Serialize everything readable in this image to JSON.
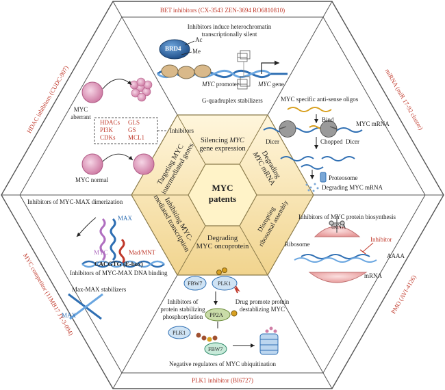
{
  "center": {
    "title_line1": "MYC",
    "title_line2": "patents"
  },
  "inner_segments": {
    "silencing": {
      "line1_pre": "Silencing ",
      "line1_it": "MYC",
      "line2": "gene expression"
    },
    "degrading_mrna": {
      "line1": "Degrading",
      "line2_it": "MYC",
      "line2_post": " mRNA"
    },
    "disrupting": {
      "line1": "Disrupting",
      "line2": "ribosomal assembly"
    },
    "degrading_protein": {
      "line1": "Degrading",
      "line2": "MYC oncoprotein"
    },
    "inhibiting_transcription": {
      "line1": "Inhibiting MYC-",
      "line2": "mediated transcription"
    },
    "targeting_genes": {
      "line1": "Targeting MYC",
      "line2": "intermediated genes"
    }
  },
  "outer_labels": {
    "top": "BET inhibitors (CX-3543  ZEN-3694  RO6810810)",
    "right_upper": "miRNA (miR 17-92 cluster)",
    "right_lower": "PMO (AVI-4126)",
    "bottom": "PLK1 inhibitor (BI6727)",
    "left_lower": "MYC competitor (11MB17  JY-3-094)",
    "left_upper": "HDAC inhibitors (CUDC-907)"
  },
  "top_panel": {
    "heading_line1": "Inhibitors induce heterochromatin",
    "heading_line2": "transcriptionally silent",
    "brd4": "BRD4",
    "ac": "Ac",
    "me": "Me",
    "promoter_it": "MYC",
    "promoter_post": " promoter",
    "gene_it": "MYC",
    "gene_post": " gene",
    "gq": "G-quadruplex stabilizers"
  },
  "mrna_panel": {
    "oligos": "MYC specific anti-sense oligos",
    "bind": "Bind",
    "myc_mrna": "MYC mRNA",
    "dicer_left": "Dicer",
    "chopped": "Chopped",
    "dicer_right": "Dicer",
    "proteosome": "Proteosome",
    "degrading": "Degrading MYC mRNA"
  },
  "hdac_panel": {
    "aberrant_line1": "MYC",
    "aberrant_line2": "aberrant",
    "normal": "MYC normal",
    "inhibitors": "Inhibitors",
    "genes": [
      {
        "name": "HDACs",
        "color": "#c0392b"
      },
      {
        "name": "GLS",
        "color": "#c0392b"
      },
      {
        "name": "PI3K",
        "color": "#c0392b"
      },
      {
        "name": "GS",
        "color": "#c0392b"
      },
      {
        "name": "CDKs",
        "color": "#c0392b"
      },
      {
        "name": "MCL1",
        "color": "#c0392b"
      }
    ]
  },
  "competitor_panel": {
    "dimerization": "Inhibitors of MYC-MAX dimerization",
    "max_top": "MAX",
    "myc": "MYC",
    "mad": "Mad/MNT",
    "ebox": "CACGTG (E-box)",
    "dna_binding": "Inhibitors of MYC-MAX DNA binding",
    "stabilizers": "Max-MAX stabilizers",
    "max_bottom": "MAX"
  },
  "pmo_panel": {
    "biosynthesis": "Inhibitors of MYC protein biosynthesis",
    "trna": "tRNA",
    "ribosome": "Ribosome",
    "inhibitor": "Inhibitor",
    "aaaa": "AAAA",
    "mrna": "mRNA"
  },
  "plk_panel": {
    "fbw7_top": "FBW7",
    "plk1_top": "PLK1",
    "inhib_line1": "Inhibitors of",
    "inhib_line2": "protein stabilizing",
    "inhib_line3": "phosphorylation",
    "drug_line1": "Drug promote protein",
    "drug_line2": "destablizing MYC",
    "pp2a": "PP2A",
    "plk1_bottom": "PLK1",
    "fbw7_bottom": "FBW7",
    "negative": "Negative regulators of MYC ubiquitination"
  },
  "colors": {
    "center_fill": "#f7e3b0",
    "center_stroke": "#8a7a4a",
    "outer_stroke": "#555555",
    "accent_red": "#c0392b",
    "blue": "#2f6fb3",
    "pink": "#d79ab5"
  }
}
